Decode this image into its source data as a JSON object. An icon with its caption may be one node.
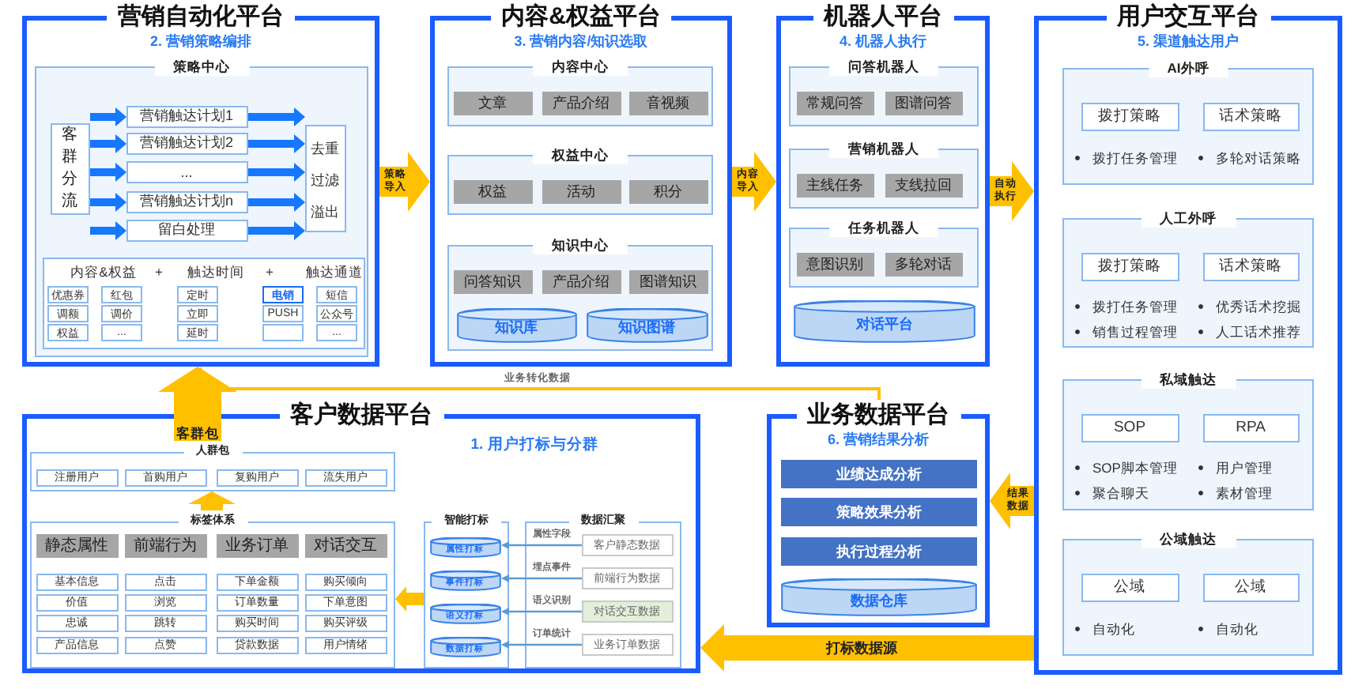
{
  "diagram": {
    "nodes": [
      {
        "text": [
          "营销自动化平台",
          "2. 营销策略编排"
        ]
      },
      {
        "text": [
          "策略中心"
        ],
        "in": 0
      },
      {
        "text": [
          "客群分流"
        ],
        "in": 1
      },
      {
        "text": [
          "营销触达计划1"
        ],
        "in": 1
      },
      {
        "text": [
          "营销触达计划2"
        ],
        "in": 1
      },
      {
        "text": [
          "..."
        ],
        "in": 1
      },
      {
        "text": [
          "营销触达计划n"
        ],
        "in": 1
      },
      {
        "text": [
          "留白处理"
        ],
        "in": 1
      },
      {
        "text": [
          "去重",
          "过滤",
          "溢出"
        ],
        "in": 1
      },
      {
        "text": [
          "内容&权益",
          "+",
          "触达时间",
          "+",
          "触达通道"
        ],
        "in": 1
      },
      {
        "text": [
          "优惠券"
        ],
        "in": 9
      },
      {
        "text": [
          "红包"
        ],
        "in": 9
      },
      {
        "text": [
          "定时"
        ],
        "in": 9
      },
      {
        "text": [
          "电销"
        ],
        "in": 9
      },
      {
        "text": [
          "短信"
        ],
        "in": 9
      },
      {
        "text": [
          "调额"
        ],
        "in": 9
      },
      {
        "text": [
          "调价"
        ],
        "in": 9
      },
      {
        "text": [
          "立即"
        ],
        "in": 9
      },
      {
        "text": [
          "PUSH"
        ],
        "in": 9
      },
      {
        "text": [
          "公众号"
        ],
        "in": 9
      },
      {
        "text": [
          "权益"
        ],
        "in": 9
      },
      {
        "text": [
          "..."
        ],
        "in": 9
      },
      {
        "text": [
          "延时"
        ],
        "in": 9
      },
      {
        "text": [],
        "shape": "box",
        "in": 9
      },
      {
        "text": [
          "..."
        ],
        "in": 9
      },
      {
        "text": [
          "内容&权益平台",
          "3. 营销内容/知识选取"
        ]
      },
      {
        "text": [
          "内容中心"
        ],
        "in": 25
      },
      {
        "text": [
          "文章"
        ],
        "in": 26
      },
      {
        "text": [
          "产品介绍"
        ],
        "in": 26
      },
      {
        "text": [
          "音视频"
        ],
        "in": 26
      },
      {
        "text": [
          "权益中心"
        ],
        "in": 25
      },
      {
        "text": [
          "权益"
        ],
        "in": 30
      },
      {
        "text": [
          "活动"
        ],
        "in": 30
      },
      {
        "text": [
          "积分"
        ],
        "in": 30
      },
      {
        "text": [
          "知识中心"
        ],
        "in": 25
      },
      {
        "text": [
          "问答知识"
        ],
        "in": 34
      },
      {
        "text": [
          "产品介绍"
        ],
        "in": 34
      },
      {
        "text": [
          "图谱知识"
        ],
        "in": 34
      },
      {
        "text": [
          "知识库"
        ],
        "in": 34
      },
      {
        "text": [
          "知识图谱"
        ],
        "in": 34
      },
      {
        "text": [
          "机器人平台",
          "4. 机器人执行"
        ]
      },
      {
        "text": [
          "问答机器人"
        ],
        "in": 40
      },
      {
        "text": [
          "常规问答"
        ],
        "in": 41
      },
      {
        "text": [
          "图谱问答"
        ],
        "in": 41
      },
      {
        "text": [
          "营销机器人"
        ],
        "in": 40
      },
      {
        "text": [
          "主线任务"
        ],
        "in": 44
      },
      {
        "text": [
          "支线拉回"
        ],
        "in": 44
      },
      {
        "text": [
          "任务机器人"
        ],
        "in": 40
      },
      {
        "text": [
          "意图识别"
        ],
        "in": 47
      },
      {
        "text": [
          "多轮对话"
        ],
        "in": 47
      },
      {
        "text": [
          "对话平台"
        ],
        "in": 40
      },
      {
        "text": [
          "用户交互平台",
          "5. 渠道触达用户"
        ]
      },
      {
        "text": [
          "AI外呼",
          "拨打任务管理",
          "多轮对话策略"
        ],
        "in": 51
      },
      {
        "text": [
          "拨打策略"
        ],
        "in": 52
      },
      {
        "text": [
          "话术策略"
        ],
        "in": 52
      },
      {
        "text": [
          "人工外呼",
          "拨打任务管理",
          "优秀话术挖掘",
          "销售过程管理",
          "人工话术推荐"
        ],
        "in": 51
      },
      {
        "text": [
          "拨打策略"
        ],
        "in": 55
      },
      {
        "text": [
          "话术策略"
        ],
        "in": 55
      },
      {
        "text": [
          "私域触达",
          "SOP脚本管理",
          "用户管理",
          "聚合聊天",
          "素材管理"
        ],
        "in": 51
      },
      {
        "text": [
          "SOP"
        ],
        "in": 58
      },
      {
        "text": [
          "RPA"
        ],
        "in": 58
      },
      {
        "text": [
          "公域触达",
          "自动化",
          "自动化"
        ],
        "in": 51
      },
      {
        "text": [
          "公域"
        ],
        "in": 61
      },
      {
        "text": [
          "公域"
        ],
        "in": 61
      },
      {
        "text": [
          "客户数据平台",
          "1. 用户打标与分群"
        ]
      },
      {
        "text": [
          "人群包"
        ],
        "in": 64
      },
      {
        "text": [
          "注册用户"
        ],
        "in": 65
      },
      {
        "text": [
          "首购用户"
        ],
        "in": 65
      },
      {
        "text": [
          "复购用户"
        ],
        "in": 65
      },
      {
        "text": [
          "流失用户"
        ],
        "in": 65
      },
      {
        "text": [
          "标签体系"
        ],
        "in": 64
      },
      {
        "text": [
          "静态属性"
        ],
        "in": 70
      },
      {
        "text": [
          "前端行为"
        ],
        "in": 70
      },
      {
        "text": [
          "业务订单"
        ],
        "in": 70
      },
      {
        "text": [
          "对话交互"
        ],
        "in": 70
      },
      {
        "text": [
          "基本信息"
        ],
        "in": 70
      },
      {
        "text": [
          "点击"
        ],
        "in": 70
      },
      {
        "text": [
          "下单金额"
        ],
        "in": 70
      },
      {
        "text": [
          "购买倾向"
        ],
        "in": 70
      },
      {
        "text": [
          "价值"
        ],
        "in": 70
      },
      {
        "text": [
          "浏览"
        ],
        "in": 70
      },
      {
        "text": [
          "订单数量"
        ],
        "in": 70
      },
      {
        "text": [
          "下单意图"
        ],
        "in": 70
      },
      {
        "text": [
          "忠诚"
        ],
        "in": 70
      },
      {
        "text": [
          "跳转"
        ],
        "in": 70
      },
      {
        "text": [
          "购买时间"
        ],
        "in": 70
      },
      {
        "text": [
          "购买评级"
        ],
        "in": 70
      },
      {
        "text": [
          "产品信息"
        ],
        "in": 70
      },
      {
        "text": [
          "点赞"
        ],
        "in": 70
      },
      {
        "text": [
          "贷款数据"
        ],
        "in": 70
      },
      {
        "text": [
          "用户情绪"
        ],
        "in": 70
      },
      {
        "text": [
          "智能打标"
        ],
        "in": 64
      },
      {
        "text": [
          "属性打标"
        ],
        "in": 91
      },
      {
        "text": [
          "事件打标"
        ],
        "in": 91
      },
      {
        "text": [
          "语义打标"
        ],
        "in": 91
      },
      {
        "text": [
          "数据打标"
        ],
        "in": 91
      },
      {
        "text": [
          "数据汇聚"
        ],
        "in": 64
      },
      {
        "text": [
          "客户静态数据"
        ],
        "in": 96
      },
      {
        "text": [
          "前端行为数据"
        ],
        "in": 96
      },
      {
        "text": [
          "对话交互数据"
        ],
        "in": 96
      },
      {
        "text": [
          "业务订单数据"
        ],
        "in": 96
      },
      {
        "text": [
          "业务数据平台",
          "6. 营销结果分析"
        ]
      },
      {
        "text": [
          "业绩达成分析"
        ],
        "in": 101
      },
      {
        "text": [
          "策略效果分析"
        ],
        "in": 101
      },
      {
        "text": [
          "执行过程分析"
        ],
        "in": 101
      },
      {
        "text": [
          "数据仓库"
        ],
        "in": 101
      }
    ],
    "edges": [
      {
        "from": 2,
        "to": 3,
        "arrow": "to",
        "color": "#1677ff"
      },
      {
        "from": 2,
        "to": 4,
        "arrow": "to",
        "color": "#1677ff"
      },
      {
        "from": 2,
        "to": 5,
        "arrow": "to",
        "color": "#1677ff"
      },
      {
        "from": 2,
        "to": 6,
        "arrow": "to",
        "color": "#1677ff"
      },
      {
        "from": 2,
        "to": 7,
        "arrow": "to",
        "color": "#1677ff"
      },
      {
        "from": 3,
        "to": 8,
        "arrow": "to",
        "color": "#1677ff"
      },
      {
        "from": 4,
        "to": 8,
        "arrow": "to",
        "color": "#1677ff"
      },
      {
        "from": 5,
        "to": 8,
        "arrow": "to",
        "color": "#1677ff"
      },
      {
        "from": 6,
        "to": 8,
        "arrow": "to",
        "color": "#1677ff"
      },
      {
        "from": 7,
        "to": 8,
        "arrow": "to",
        "color": "#1677ff"
      },
      {
        "from": 0,
        "to": 25,
        "arrow": "to",
        "label": "策略导入",
        "style": "thick",
        "color": "#ffc000"
      },
      {
        "from": 25,
        "to": 40,
        "arrow": "to",
        "label": "内容导入",
        "style": "thick",
        "color": "#ffc000"
      },
      {
        "from": 40,
        "to": 51,
        "arrow": "to",
        "label": "自动执行",
        "style": "thick",
        "color": "#ffc000"
      },
      {
        "from": 51,
        "to": 101,
        "arrow": "to",
        "label": "结果数据",
        "style": "thick",
        "color": "#ffc000"
      },
      {
        "from": 51,
        "to": 64,
        "arrow": "to",
        "label": "打标数据源",
        "style": "thick",
        "color": "#ffc000"
      },
      {
        "from": 65,
        "to": 0,
        "arrow": "to",
        "label": "客群包",
        "style": "thick",
        "color": "#ffc000"
      },
      {
        "from": 101,
        "to": 0,
        "arrow": "to",
        "label": "业务转化数据",
        "color": "#ffc000"
      },
      {
        "from": 70,
        "to": 65,
        "arrow": "to",
        "style": "thick",
        "color": "#ffc000"
      },
      {
        "from": 91,
        "to": 70,
        "arrow": "to",
        "color": "#ffc000"
      },
      {
        "from": 97,
        "to": 92,
        "arrow": "to",
        "label": "属性字段",
        "color": "#5b9bd5"
      },
      {
        "from": 98,
        "to": 93,
        "arrow": "to",
        "label": "埋点事件",
        "color": "#5b9bd5"
      },
      {
        "from": 99,
        "to": 94,
        "arrow": "to",
        "label": "语义识别",
        "color": "#5b9bd5"
      },
      {
        "from": 100,
        "to": 95,
        "arrow": "to",
        "label": "订单统计",
        "color": "#5b9bd5"
      }
    ]
  }
}
